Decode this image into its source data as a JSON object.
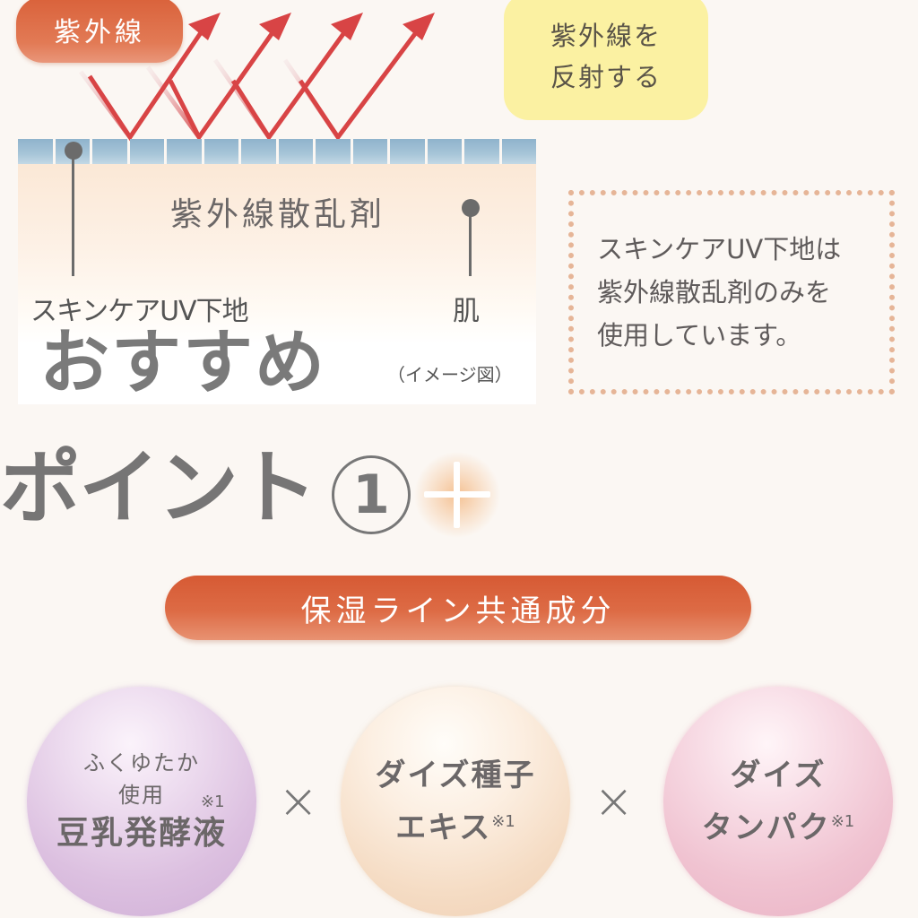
{
  "diagram": {
    "uv_label": "紫外線",
    "reflect_note": [
      "紫外線を",
      "反射する"
    ],
    "scatter_agent_label": "紫外線散乱剤",
    "uv_base_label": "スキンケアUV下地",
    "skin_label": "肌",
    "recommend_label": "おすすめ",
    "image_caption": "（イメージ図）",
    "tile_count": 14,
    "colors": {
      "uv_pill": "#dd6a42",
      "reflect_box": "#fbf1a2",
      "arrow": "#d84445",
      "tiles": "#9ebfd4"
    }
  },
  "note_box": {
    "lines": [
      "スキンケアUV下地は",
      "紫外線散乱剤のみを",
      "使用しています。"
    ],
    "border_color": "#e6b597"
  },
  "point": {
    "title": "ポイント",
    "number": "1",
    "sparkle_icon": "plus-sparkle"
  },
  "section": {
    "title": "保湿ライン共通成分",
    "color": "#d9603a"
  },
  "ingredients": [
    {
      "pre_lines": [
        "ふくゆたか",
        "使用"
      ],
      "name_lines": [
        "豆乳発酵液"
      ],
      "note": "※1",
      "color": "#dcc0e0"
    },
    {
      "pre_lines": [],
      "name_lines": [
        "ダイズ種子",
        "エキス"
      ],
      "note": "※1",
      "color": "#f5dcc4"
    },
    {
      "pre_lines": [],
      "name_lines": [
        "ダイズ",
        "タンパク"
      ],
      "note": "※1",
      "color": "#f0c3d1"
    }
  ],
  "operator_symbol": "×"
}
